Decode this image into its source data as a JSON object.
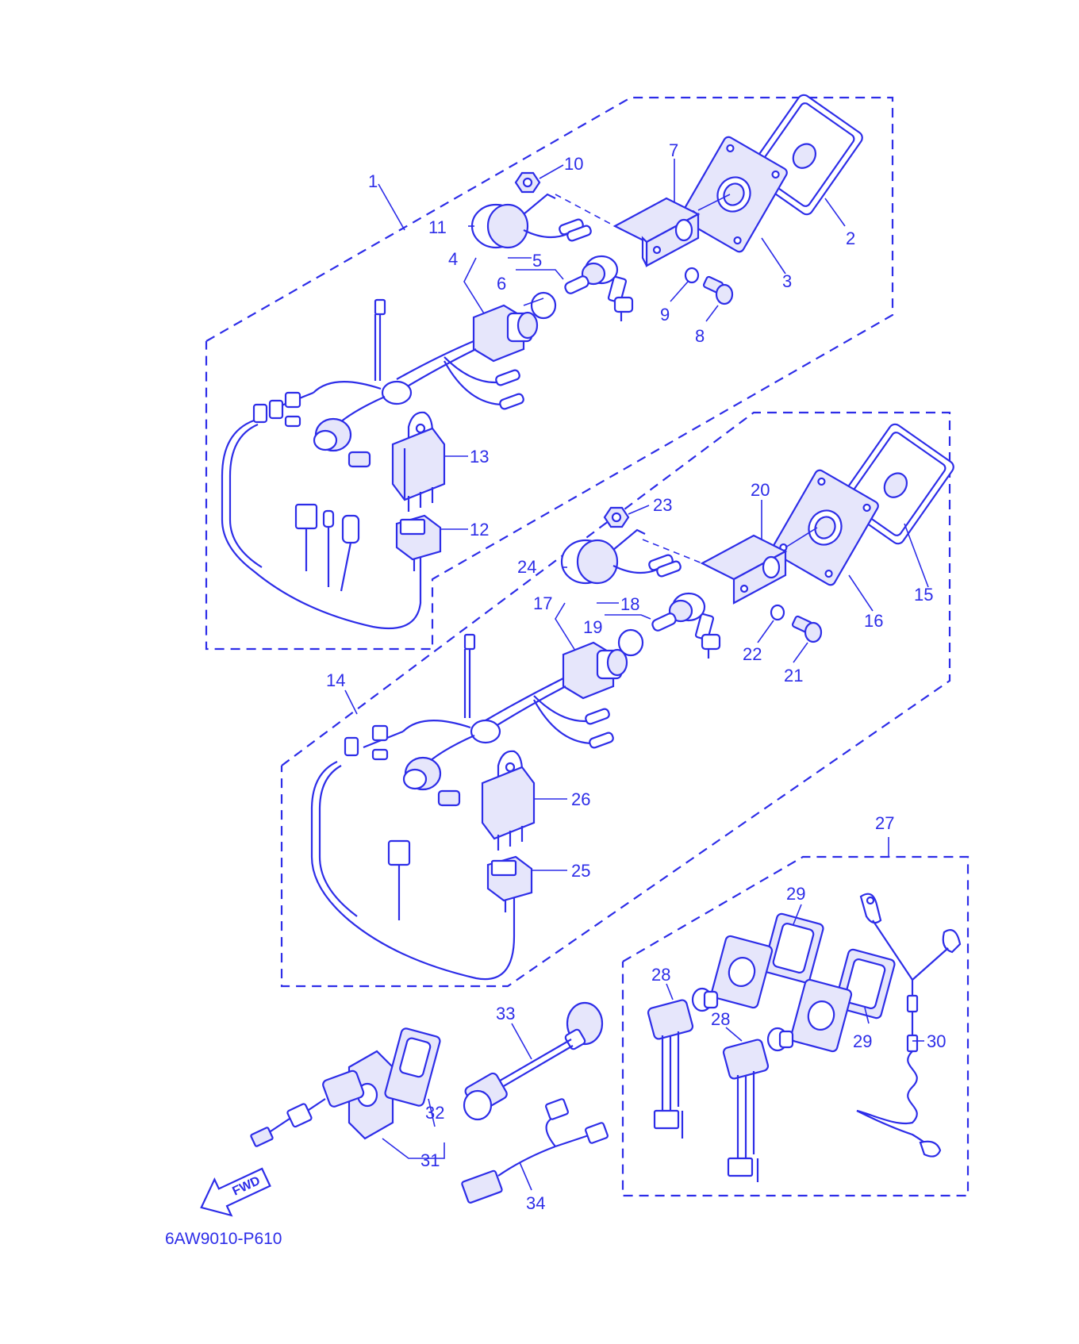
{
  "diagram": {
    "drawing_code": "6AW9010-P610",
    "fwd_label": "FWD",
    "colors": {
      "line": "#2d2de8",
      "fill": "#e6e6fb",
      "background": "#ffffff"
    },
    "callouts": [
      "1",
      "2",
      "3",
      "4",
      "5",
      "6",
      "7",
      "8",
      "9",
      "10",
      "11",
      "12",
      "13",
      "14",
      "15",
      "16",
      "17",
      "18",
      "19",
      "20",
      "21",
      "22",
      "23",
      "24",
      "25",
      "26",
      "27",
      "28",
      "28",
      "29",
      "29",
      "30",
      "31",
      "32",
      "33",
      "34"
    ]
  }
}
